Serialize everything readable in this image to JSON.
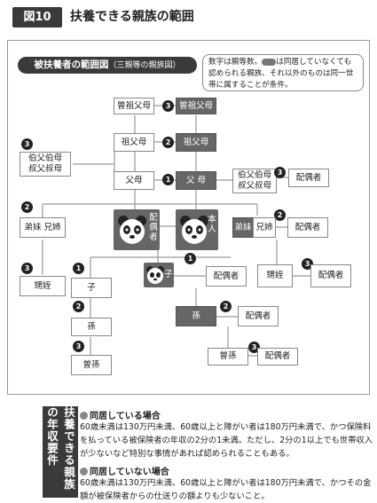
{
  "header": {
    "figure_label": "図10",
    "title": "扶養できる親族の範囲"
  },
  "diagram": {
    "subtitle_main": "被扶養者の範囲図",
    "subtitle_paren": "（三親等の親族図）",
    "note_part1": "数字は親等数。",
    "note_part2": "は同居していなくても認められる親族、それ以外のものは同一世帯に属することが条件。",
    "nodes": {
      "great_grandparents_l": "曽祖父母",
      "great_grandparents_r": "曽祖父母",
      "grandparents_l": "祖父母",
      "grandparents_r": "祖父母",
      "parents_l": "父母",
      "parents_r": "父 母",
      "aunt_uncle_l": "伯父伯母\n叔父叔母",
      "aunt_uncle_r": "伯父伯母\n叔父叔母",
      "spouse_of_aunt_uncle": "配偶者",
      "spouse_self": "配偶者",
      "self": "本人",
      "siblings_l": "弟妹 兄姉",
      "siblings_r_dark": "弟妹",
      "siblings_r_white": "兄姉",
      "spouse_of_siblings": "配偶者",
      "nephew_niece_l": "甥姪",
      "nephew_niece_r": "甥姪",
      "spouse_of_nephew": "配偶者",
      "child_dark": "子",
      "child_white": "子",
      "spouse_of_child": "配偶者",
      "grandchild_dark": "孫",
      "grandchild_white": "孫",
      "spouse_of_grandchild": "配偶者",
      "great_grandchild": "曽孫",
      "spouse_of_great_grandchild": "配偶者"
    },
    "degrees": {
      "d3": "3",
      "d2": "2",
      "d1": "1"
    }
  },
  "requirements": {
    "side_label": "扶養できる親族の年収要件",
    "cohabiting_heading": "同居している場合",
    "cohabiting_text": "60歳未満は130万円未満、60歳以上と障がい者は180万円未満で、かつ保険料を払っている被保険者の年収の2分の1未満。ただし、2分の1以上でも世帯収入が少ないなど特別な事情があれば認められることもある。",
    "not_cohabiting_heading": "同居していない場合",
    "not_cohabiting_text": "60歳未満は130万円未満、60歳以上と障がい者は180万円未満で、かつその金額が被保険者からの仕送りの額よりも少ないこと。"
  },
  "colors": {
    "dark_box": "#666666",
    "label_bg": "#3a3a3a",
    "line": "#999999"
  }
}
